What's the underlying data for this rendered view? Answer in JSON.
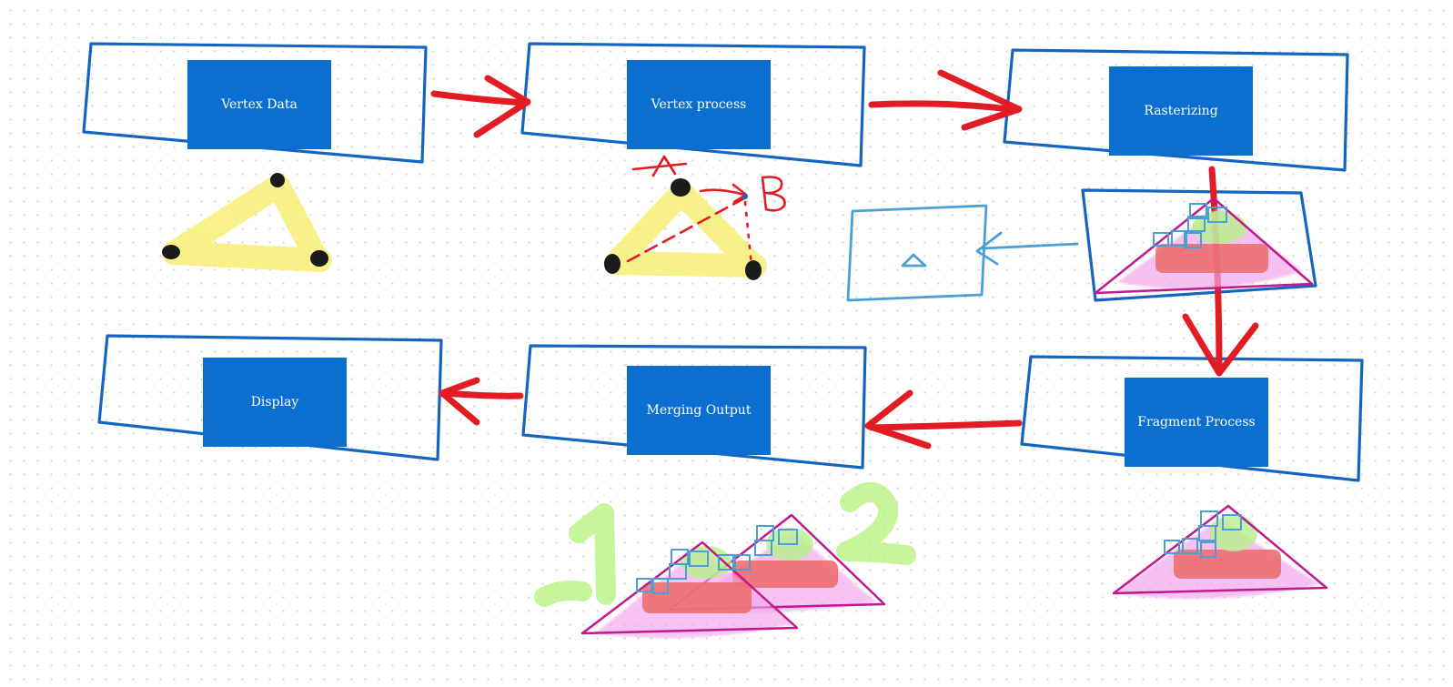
{
  "colors": {
    "node_fill": "#0a6fd1",
    "frame_stroke": "#1565c0",
    "arrow": "#e31b23",
    "light_blue": "#4a9fd6",
    "highlight_yellow": "#f7ee6a",
    "vertex_dot": "#1b1b1b",
    "triangle_edge": "#c0188f",
    "triangle_fill": "#f3a6ea",
    "fragment_fill": "#ec6a6a",
    "fragment_green": "#b6f08a",
    "label_green": "#b4f27a"
  },
  "nodes": {
    "vertex_data": "Vertex Data",
    "vertex_process": "Vertex process",
    "rasterizing": "Rasterizing",
    "fragment_process": "Fragment Process",
    "merging_output": "Merging Output",
    "display": "Display"
  },
  "annotations": {
    "point_a": "A",
    "point_b": "B",
    "number_1": "1",
    "number_2": "2"
  }
}
